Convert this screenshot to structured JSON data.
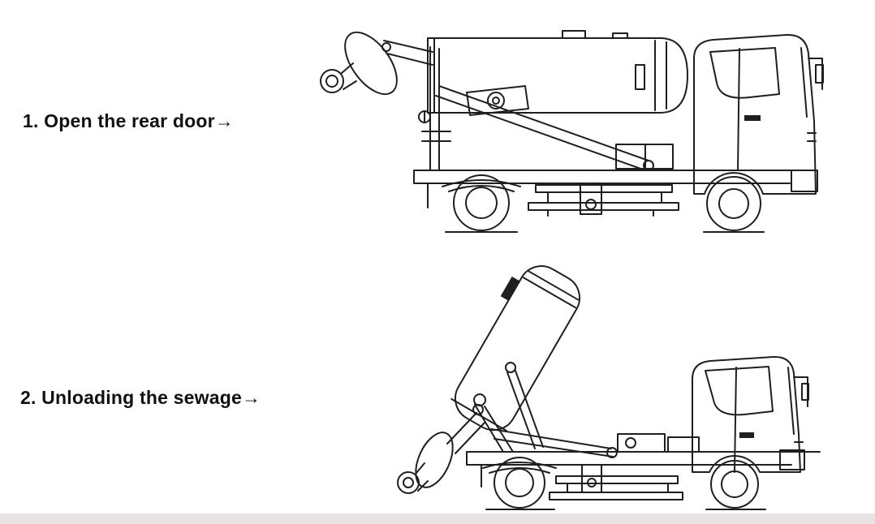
{
  "page": {
    "background": "#ffffff",
    "line_color": "#1f1f1f",
    "footer_bar_color": "#e9e3e3"
  },
  "steps": [
    {
      "label": "1. Open the rear door→",
      "alt": "Line drawing of hook-lift sewage truck, side view, tank horizontal with rear door swung open"
    },
    {
      "label": "2. Unloading the sewage→",
      "alt": "Line drawing of hook-lift sewage truck, side view, tank tilted up to unload sewage"
    }
  ]
}
